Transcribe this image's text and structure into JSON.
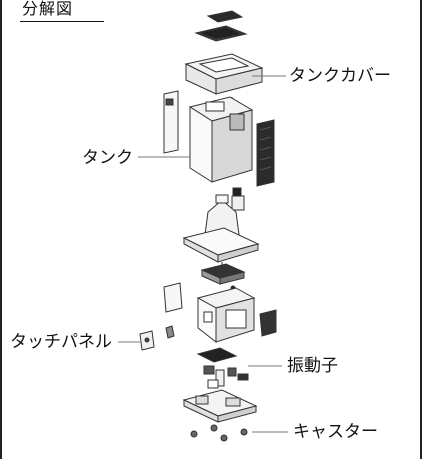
{
  "diagram": {
    "title": "分解図",
    "labels": {
      "tank_cover": "タンクカバー",
      "tank": "タンク",
      "touch_panel": "タッチパネル",
      "vibrator": "振動子",
      "caster": "キャスター"
    }
  }
}
